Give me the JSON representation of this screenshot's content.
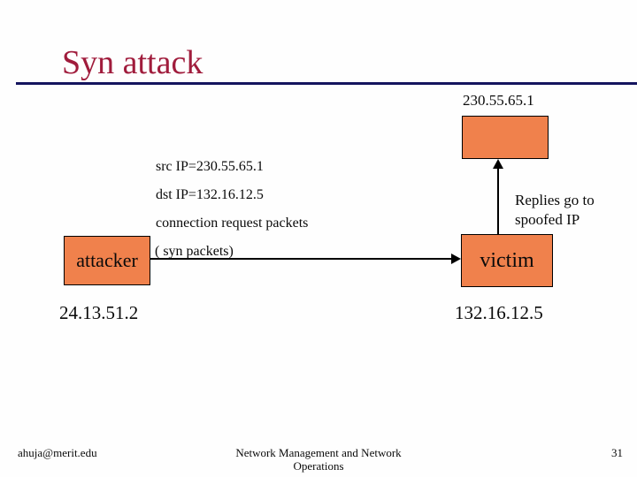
{
  "slide": {
    "title": "Syn attack",
    "page_number": "31",
    "footer_left": "ahuja@merit.edu",
    "footer_center_line1": "Network Management and Network",
    "footer_center_line2": "Operations"
  },
  "diagram": {
    "spoofed_ip_label": "230.55.65.1",
    "packet_lines": [
      "src IP=230.55.65.1",
      "dst IP=132.16.12.5",
      "connection request packets"
    ],
    "syn_packets_label": "( syn packets)",
    "replies_line1": "Replies go to",
    "replies_line2": "spoofed IP",
    "attacker": {
      "label": "attacker",
      "ip": "24.13.51.2"
    },
    "victim": {
      "label": "victim",
      "ip": "132.16.12.5"
    }
  },
  "colors": {
    "box_fill": "#F0814C",
    "title": "#A01C3C",
    "rule": "#14145E"
  }
}
